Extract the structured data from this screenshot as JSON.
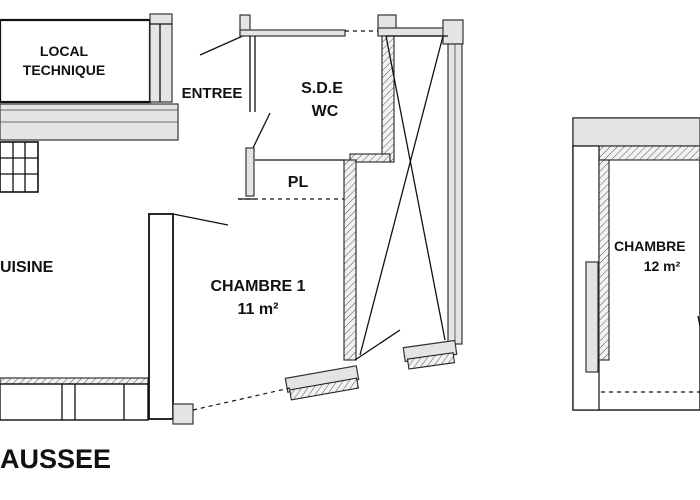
{
  "rooms": {
    "local_technique": {
      "line1": "LOCAL",
      "line2": "TECHNIQUE"
    },
    "entree": "ENTREE",
    "sde": {
      "line1": "S.D.E",
      "line2": "WC"
    },
    "placard": "PL",
    "cuisine": "UISINE",
    "chambre1": {
      "name": "CHAMBRE 1",
      "area": "11 m²"
    },
    "chambre2": {
      "name": "CHAMBRE",
      "area": "12 m²"
    }
  },
  "level_title": "AUSSEE"
}
